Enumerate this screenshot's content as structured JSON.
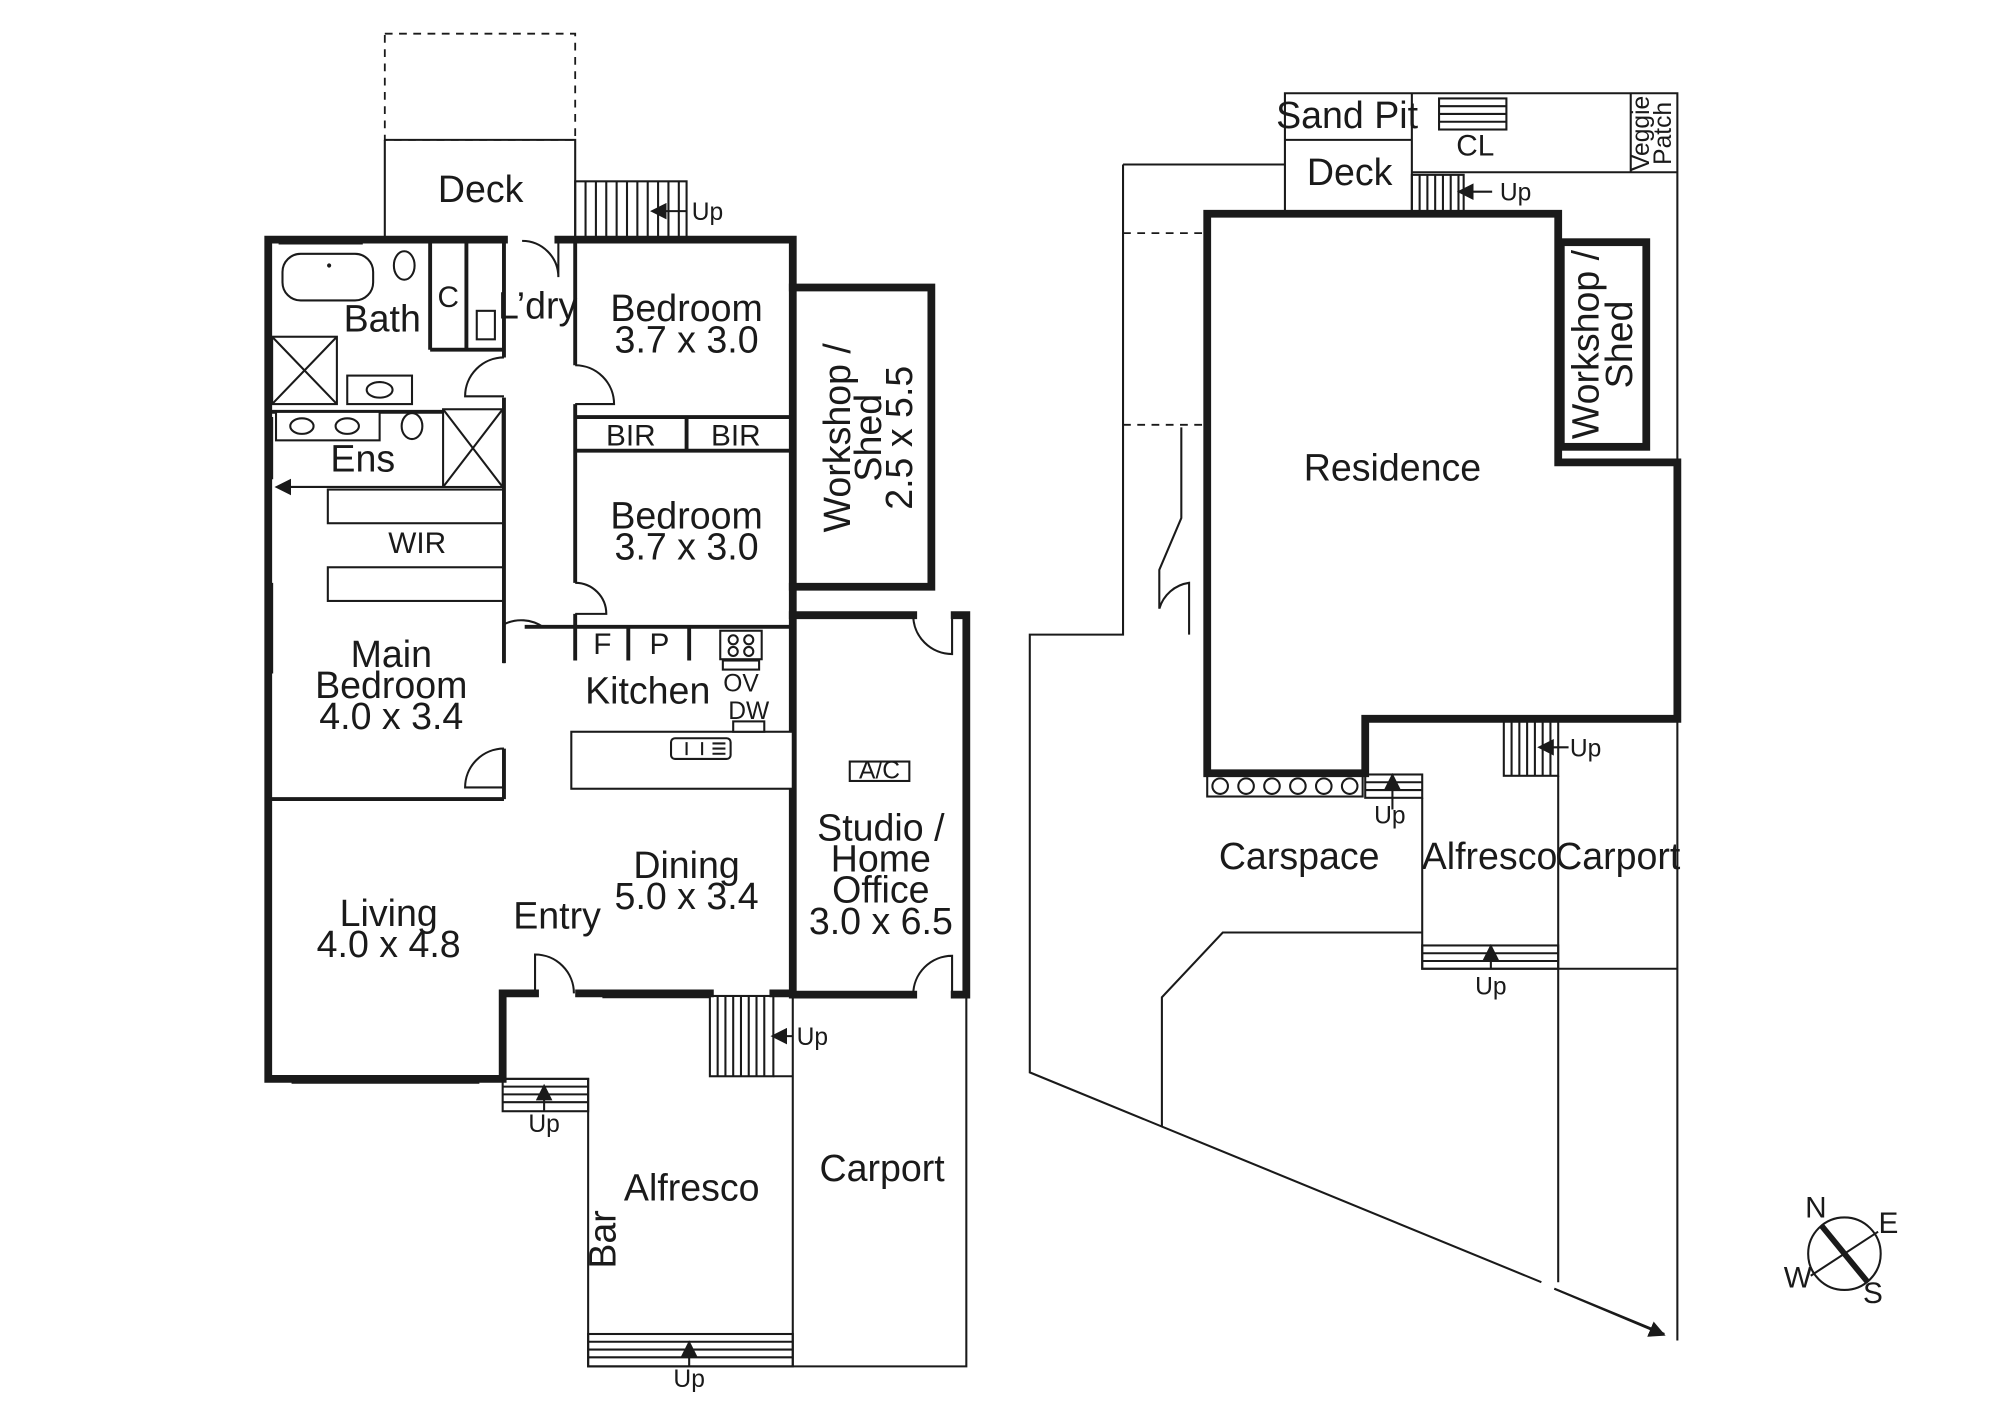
{
  "ground_floor": {
    "deck": "Deck",
    "bath": "Bath",
    "cupboard": "C",
    "laundry": "L’dry",
    "ensuite": "Ens",
    "wir": "WIR",
    "bedroom1": {
      "name": "Bedroom",
      "size": "3.7 x 3.0"
    },
    "bir1": "BIR",
    "bir2": "BIR",
    "bedroom2": {
      "name": "Bedroom",
      "size": "3.7 x 3.0"
    },
    "workshop": {
      "line1": "Workshop /",
      "line2": "Shed",
      "size": "2.5 x 5.5"
    },
    "main_bedroom": {
      "line1": "Main",
      "line2": "Bedroom",
      "size": "4.0 x 3.4"
    },
    "fridge": "F",
    "pantry": "P",
    "kitchen": "Kitchen",
    "oven": "OV",
    "dishwasher": "DW",
    "aircon": "A/C",
    "studio": {
      "line1": "Studio /",
      "line2": "Home",
      "line3": "Office",
      "size": "3.0 x 6.5"
    },
    "dining": {
      "name": "Dining",
      "size": "5.0 x 3.4"
    },
    "living": {
      "name": "Living",
      "size": "4.0 x 4.8"
    },
    "entry": "Entry",
    "alfresco": "Alfresco",
    "bar": "Bar",
    "carport": "Carport",
    "stairs_up": [
      "Up",
      "Up",
      "Up",
      "Up"
    ]
  },
  "site_plan": {
    "sand_pit": "Sand Pit",
    "clothesline": "CL",
    "veggie_line1": "Veggie",
    "veggie_line2": "Patch",
    "deck": "Deck",
    "residence": "Residence",
    "workshop_line1": "Workshop /",
    "workshop_line2": "Shed",
    "carspace": "Carspace",
    "alfresco": "Alfresco",
    "carport": "Carport",
    "stairs_up": [
      "Up",
      "Up",
      "Up",
      "Up"
    ]
  },
  "compass": {
    "n": "N",
    "e": "E",
    "s": "S",
    "w": "W"
  }
}
